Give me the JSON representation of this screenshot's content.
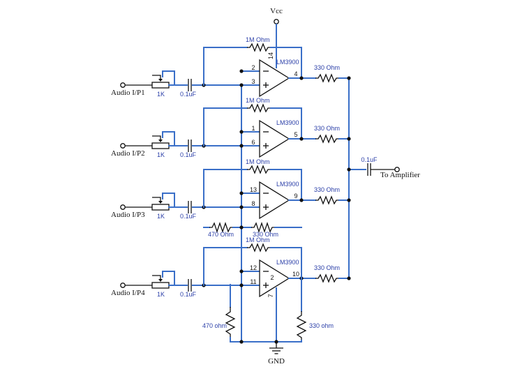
{
  "power": {
    "vcc": "Vcc",
    "gnd": "GND"
  },
  "output": {
    "cap": "0.1uF",
    "label": "To Amplifier"
  },
  "stages": [
    {
      "input": "Audio I/P1",
      "pot": "1K",
      "cap": "0.1uF",
      "feedback": "1M Ohm",
      "ic": "LM3900",
      "pin_inv": "2",
      "pin_noninv": "3",
      "pin_out": "4",
      "pin_vcc": "14",
      "out_res": "330 Ohm"
    },
    {
      "input": "Audio I/P2",
      "pot": "1K",
      "cap": "0.1uF",
      "feedback": "1M Ohm",
      "ic": "LM3900",
      "pin_inv": "1",
      "pin_noninv": "6",
      "pin_out": "5",
      "out_res": "330 Ohm"
    },
    {
      "input": "Audio I/P3",
      "pot": "1K",
      "cap": "0.1uF",
      "feedback": "1M Ohm",
      "ic": "LM3900",
      "pin_inv": "13",
      "pin_noninv": "8",
      "pin_out": "9",
      "out_res": "330 Ohm",
      "bias_res": "470 Ohm",
      "bias_res2": "330 Ohm"
    },
    {
      "input": "Audio I/P4",
      "pot": "1K",
      "cap": "0.1uF",
      "feedback": "1M Ohm",
      "ic": "LM3900",
      "pin_inv": "12",
      "pin_noninv": "11",
      "pin_out": "10",
      "pin_mid": "2",
      "pin_gnd": "7",
      "out_res": "330 Ohm",
      "bias_res": "470 ohm",
      "bias_res2": "330 ohm"
    }
  ]
}
